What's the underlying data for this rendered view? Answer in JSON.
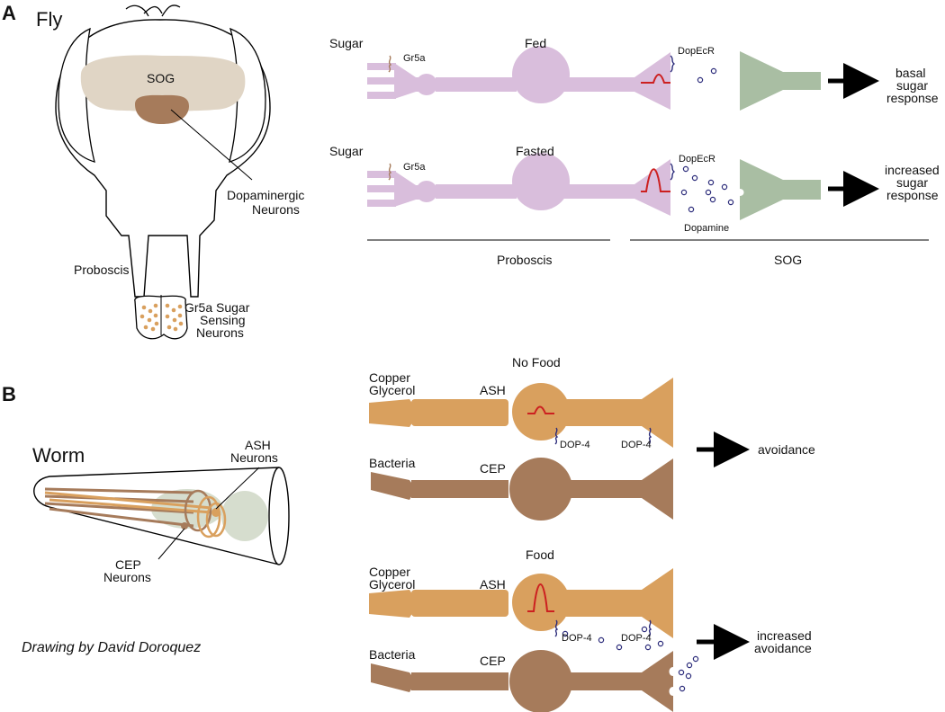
{
  "panel_a": {
    "letter": "A",
    "organism": "Fly",
    "fly_labels": {
      "sog": "SOG",
      "dopaminergic": [
        "Dopaminergic",
        "Neurons"
      ],
      "proboscis": "Proboscis",
      "gr5a": [
        "Gr5a Sugar",
        "Sensing",
        "Neurons"
      ]
    },
    "rows": [
      {
        "condition": "Fed",
        "stimulus": "Sugar",
        "receptor": "Gr5a",
        "dop_receptor": "DopEcR",
        "output": [
          "basal",
          "sugar",
          "response"
        ],
        "dopamine": ""
      },
      {
        "condition": "Fasted",
        "stimulus": "Sugar",
        "receptor": "Gr5a",
        "dop_receptor": "DopEcR",
        "output": [
          "increased",
          "sugar",
          "response"
        ],
        "dopamine": "Dopamine"
      }
    ],
    "regions": {
      "left": "Proboscis",
      "right": "SOG"
    }
  },
  "panel_b": {
    "letter": "B",
    "organism": "Worm",
    "worm_labels": {
      "ash": [
        "ASH",
        "Neurons"
      ],
      "cep": [
        "CEP",
        "Neurons"
      ]
    },
    "credit": "Drawing by David Doroquez",
    "groups": [
      {
        "condition": "No Food",
        "ash": {
          "stimulus": [
            "Copper",
            "Glycerol"
          ],
          "name": "ASH",
          "receptor_labels": [
            "DOP-4",
            "DOP-4"
          ]
        },
        "cep": {
          "stimulus": "Bacteria",
          "name": "CEP"
        },
        "output": [
          "avoidance"
        ]
      },
      {
        "condition": "Food",
        "ash": {
          "stimulus": [
            "Copper",
            "Glycerol"
          ],
          "name": "ASH",
          "receptor_labels": [
            "DOP-4",
            "DOP-4"
          ]
        },
        "cep": {
          "stimulus": "Bacteria",
          "name": "CEP"
        },
        "output": [
          "increased",
          "avoidance"
        ]
      }
    ]
  },
  "colors": {
    "gr5a_neuron": "#d9bedc",
    "sog_target": "#a9bea3",
    "ash_neuron": "#d9a05e",
    "cep_neuron": "#a67b5b",
    "signal": "#cc2020",
    "receptor": "#2b2b7a",
    "brain": "#e0d5c5",
    "sog_core": "#a67b5b"
  }
}
